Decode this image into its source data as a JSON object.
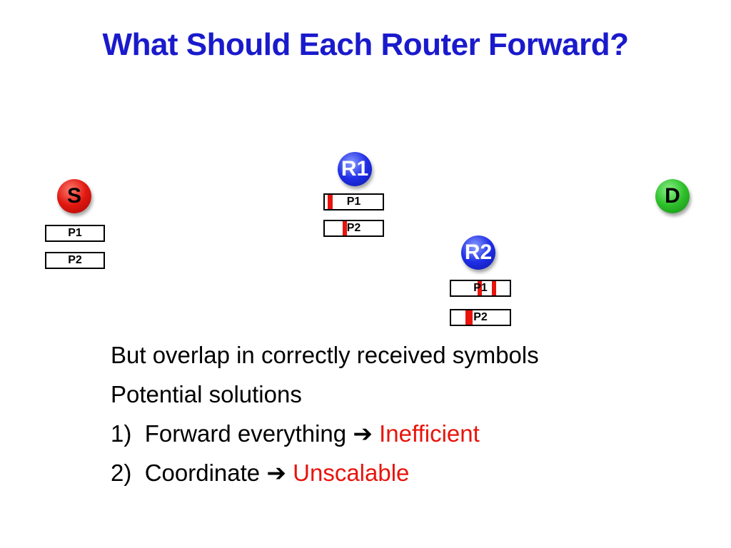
{
  "title": "What Should Each Router Forward?",
  "nodes": {
    "source": "S",
    "r1": "R1",
    "r2": "R2",
    "destination": "D"
  },
  "packets": {
    "p1": "P1",
    "p2": "P2"
  },
  "text": {
    "line1": "But overlap in correctly received symbols",
    "line2": "Potential solutions",
    "item1_num": "1)",
    "item1_text": "Forward everything",
    "item1_result": "Inefficient",
    "item2_num": "2)",
    "item2_text": "Coordinate",
    "item2_result": "Unscalable",
    "arrow": "➔"
  },
  "colors": {
    "title": "#1a1acc",
    "error_mark": "#e8140c",
    "source_node": "#e0170f",
    "router_node": "#1f2fe6",
    "destination_node": "#2dbf2a"
  }
}
